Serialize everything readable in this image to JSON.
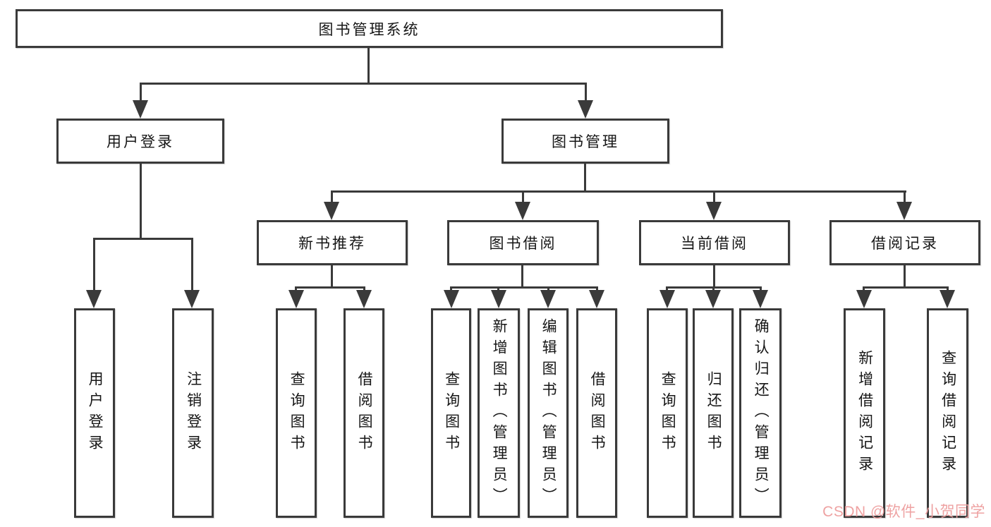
{
  "tree": {
    "root": "图书管理系统",
    "branches": [
      {
        "label": "用户登录",
        "children": [
          "用户登录",
          "注销登录"
        ]
      },
      {
        "label": "图书管理",
        "children": [
          {
            "label": "新书推荐",
            "children": [
              "查询图书",
              "借阅图书"
            ]
          },
          {
            "label": "图书借阅",
            "children": [
              "查询图书",
              "新增图书（管理员）",
              "编辑图书（管理员）",
              "借阅图书"
            ]
          },
          {
            "label": "当前借阅",
            "children": [
              "查询图书",
              "归还图书",
              "确认归还（管理员）"
            ]
          },
          {
            "label": "借阅记录",
            "children": [
              "新增借阅记录",
              "查询借阅记录"
            ]
          }
        ]
      }
    ]
  },
  "watermark": {
    "text": "CSDN @软件_小贺同学",
    "color": "#ee9e9e"
  },
  "colors": {
    "line": "#3a3a3a",
    "box_border": "#3a3a3a",
    "box_bg": "#ffffff",
    "text": "#161616",
    "page_bg": "#ffffff"
  }
}
